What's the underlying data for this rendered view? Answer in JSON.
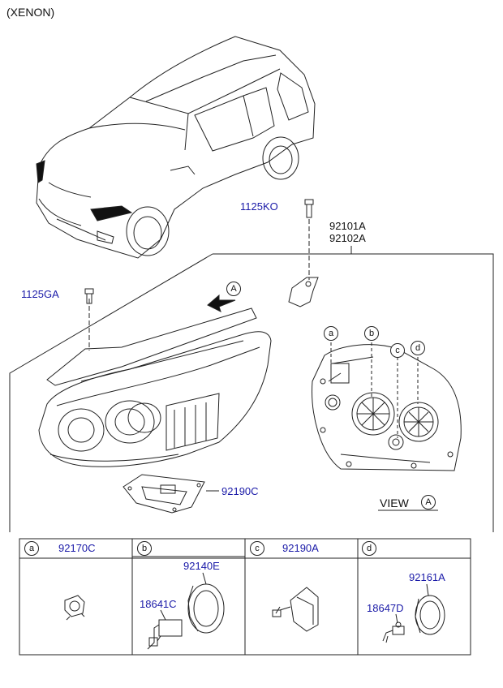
{
  "variant": "(XENON)",
  "callouts": {
    "screw_top": "1125KO",
    "assembly_1": "92101A",
    "assembly_2": "92102A",
    "screw_left": "1125GA",
    "ballast": "92190C",
    "view_ref": "A",
    "view_text": "VIEW"
  },
  "rear_markers": [
    "a",
    "b",
    "c",
    "d"
  ],
  "table": {
    "cells": [
      {
        "key": "a",
        "part": "92170C",
        "subparts": []
      },
      {
        "key": "b",
        "part": "",
        "subparts": [
          "92140E",
          "18641C"
        ]
      },
      {
        "key": "c",
        "part": "92190A",
        "subparts": []
      },
      {
        "key": "d",
        "part": "",
        "subparts": [
          "92161A",
          "18647D"
        ]
      }
    ]
  },
  "colors": {
    "callout": "#1a1aa8",
    "line": "#222222"
  }
}
